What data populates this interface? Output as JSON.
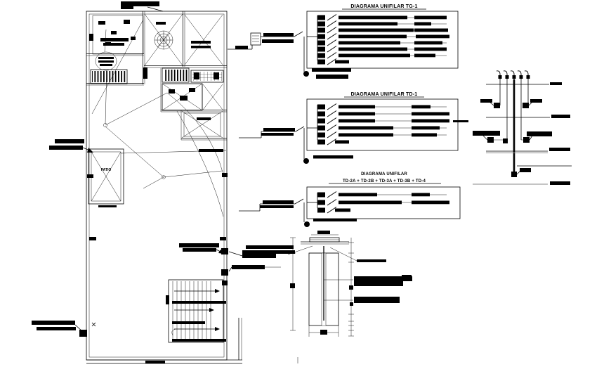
{
  "drawing": {
    "plan": {
      "patio_label": "PATIO"
    },
    "diagrams": {
      "d1": {
        "title": "DIAGRAMA UNIFILAR TG-1",
        "circuits": 8
      },
      "d2": {
        "title": "DIAGRAMA UNIFILAR TD-1",
        "circuits": 6
      },
      "d3": {
        "title_line1": "DIAGRAMA UNIFILAR",
        "title_line2": "TD-2A + TD-2B + TD-3A + TD-3B + TD-4",
        "circuits": 3
      }
    },
    "colors": {
      "ink": "#000000",
      "paper": "#ffffff",
      "muted": "#8a8a8a"
    }
  }
}
